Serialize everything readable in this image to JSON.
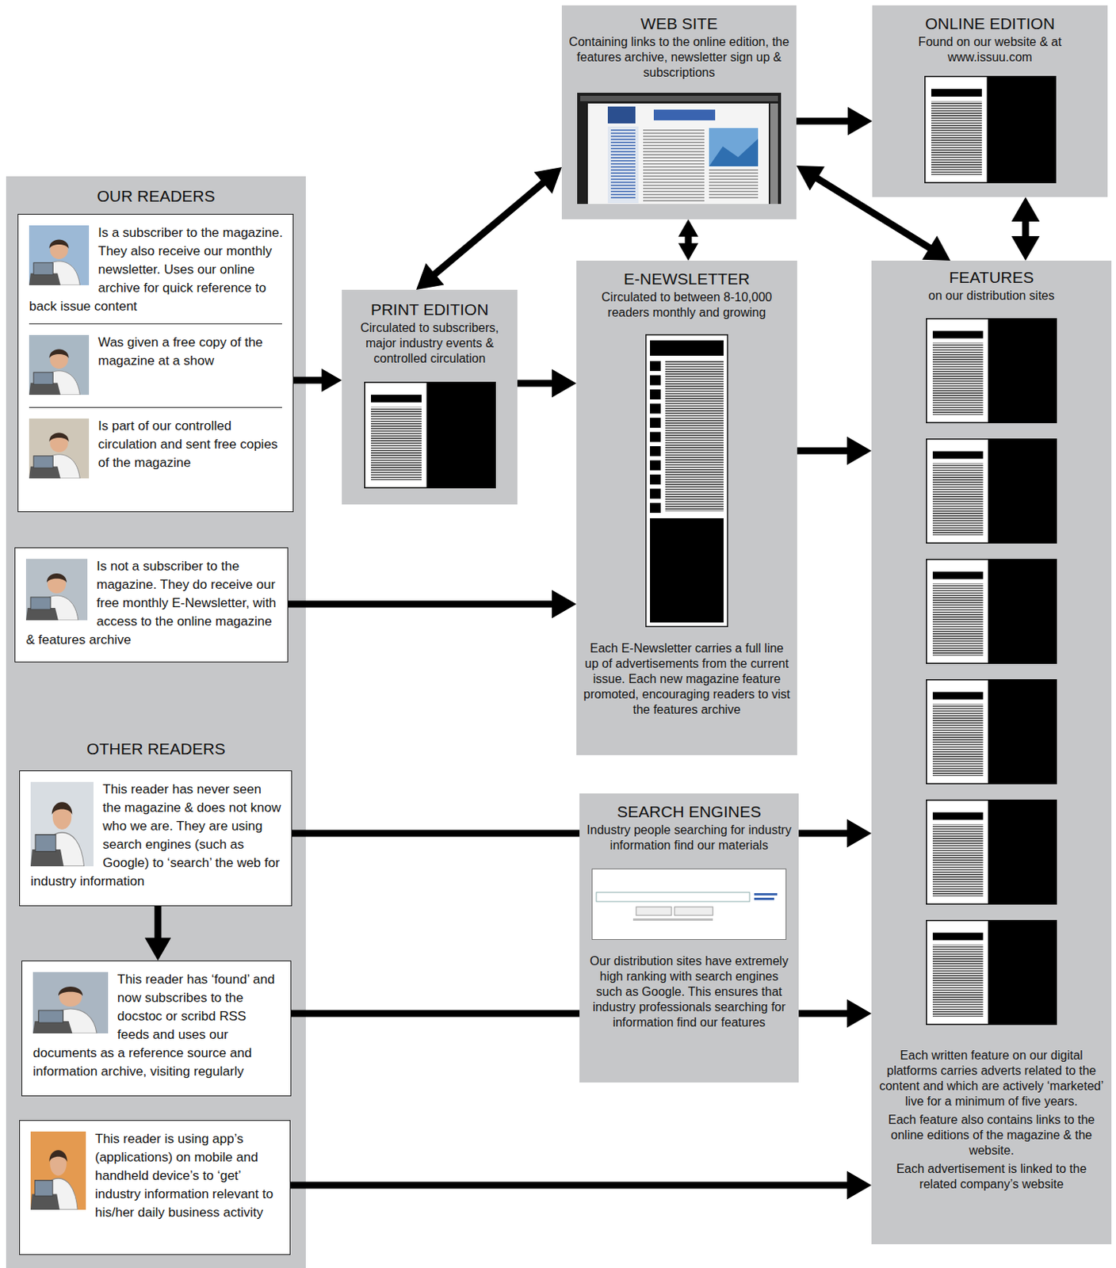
{
  "diagram": {
    "nodes": [
      {
        "text": [
          "OUR READERS"
        ]
      },
      {
        "text": [
          "Is a subscriber to the magazine. They also receive our monthly newsletter. Uses our online archive for quick reference to back issue content",
          "Was given a free copy of the magazine at a show",
          "Is part of our controlled circulation and sent free copies of the magazine"
        ],
        "in": 0
      },
      {
        "text": [
          "Is not a subscriber to the magazine. They do receive our free monthly E-Newsletter, with access to the online magazine & features archive"
        ],
        "in": 0
      },
      {
        "text": [
          "OTHER READERS"
        ]
      },
      {
        "text": [
          "This reader has never seen the magazine & does not know who we are. They are using search engines (such as Google) to ‘search’ the web for industry information"
        ],
        "in": 3
      },
      {
        "text": [
          "This reader has ‘found’ and now subscribes to the docstoc or scribd RSS feeds and uses our documents as a reference source and information archive, visiting regularly"
        ],
        "in": 3
      },
      {
        "text": [
          "This reader is using app’s (applications) on mobile and handheld device’s to ‘get’ industry information relevant to his/her daily business activity"
        ],
        "in": 3
      },
      {
        "text": [
          "WEB SITE",
          "Containing links to the online edition, the features archive, newsletter sign up & subscriptions"
        ]
      },
      {
        "text": [
          "ONLINE EDITION",
          "Found on our website & at www.issuu.com"
        ]
      },
      {
        "text": [
          "PRINT EDITION",
          "Circulated to subscribers, major industry events & controlled circulation"
        ]
      },
      {
        "text": [
          "E-NEWSLETTER",
          "Circulated to between 8-10,000 readers monthly and growing",
          "Each E-Newsletter carries a full line up of advertisements from the current issue. Each new magazine feature promoted, encouraging readers to vist the features archive"
        ]
      },
      {
        "text": [
          "FEATURES",
          "on our distribution sites",
          "Each written feature on our digital platforms carries adverts related to the content and which are actively ‘marketed’ live for a minimum of five years.",
          "Each feature also contains links to the online editions of the magazine & the website.",
          "Each advertisement is linked to the related company’s website"
        ]
      },
      {
        "text": [
          "SEARCH ENGINES",
          "Industry people searching for industry information find our materials",
          "Our distribution sites have extremely high ranking with search engines such as Google. This ensures that industry professionals searching for information find our features"
        ]
      }
    ],
    "edges": [
      {
        "from": 1,
        "to": 9,
        "arrow": "to"
      },
      {
        "from": 9,
        "to": 7,
        "arrow": "both"
      },
      {
        "from": 9,
        "to": 10,
        "arrow": "to"
      },
      {
        "from": 2,
        "to": 10,
        "arrow": "to"
      },
      {
        "from": 7,
        "to": 8,
        "arrow": "to"
      },
      {
        "from": 7,
        "to": 10,
        "arrow": "both"
      },
      {
        "from": 7,
        "to": 11,
        "arrow": "both"
      },
      {
        "from": 8,
        "to": 11,
        "arrow": "both"
      },
      {
        "from": 10,
        "to": 11,
        "arrow": "to"
      },
      {
        "from": 4,
        "to": 12,
        "arrow": "none"
      },
      {
        "from": 12,
        "to": 11,
        "arrow": "to"
      },
      {
        "from": 4,
        "to": 5,
        "arrow": "to"
      },
      {
        "from": 5,
        "to": 12,
        "arrow": "none"
      },
      {
        "from": 12,
        "to": 11,
        "arrow": "to"
      },
      {
        "from": 6,
        "to": 11,
        "arrow": "to"
      }
    ]
  }
}
